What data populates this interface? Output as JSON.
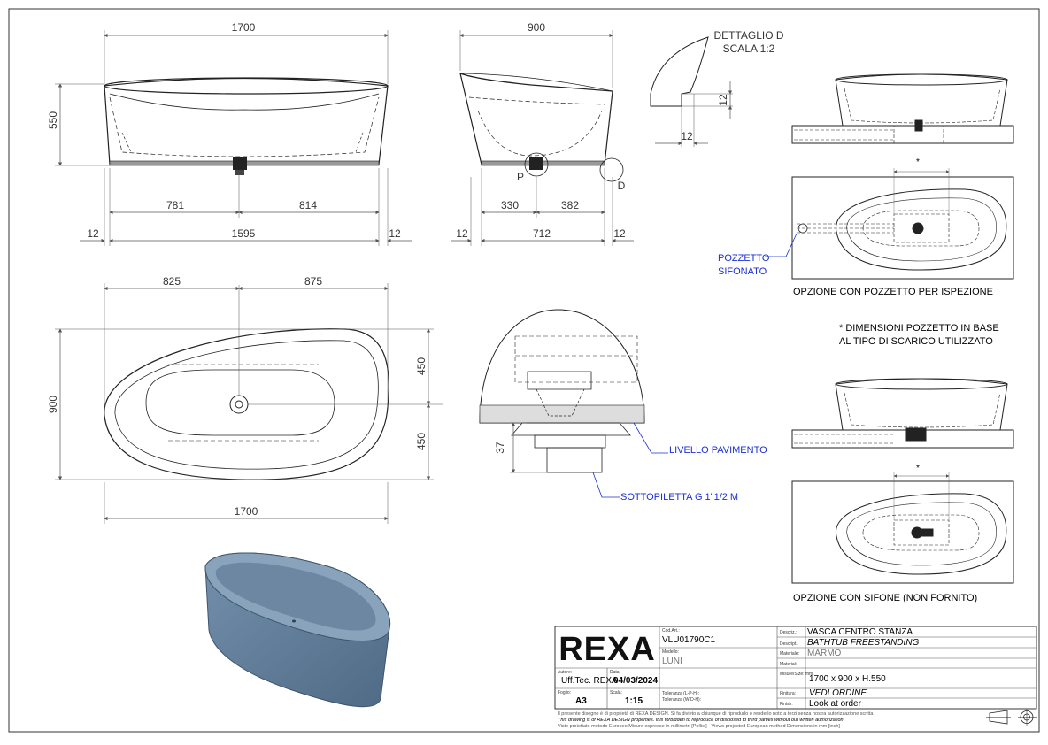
{
  "front_view": {
    "width": "1700",
    "height": "550",
    "left_part": "781",
    "right_part": "814",
    "foot_left": "12",
    "inner_width": "1595",
    "foot_right": "12"
  },
  "side_view": {
    "width": "900",
    "left_part": "330",
    "right_part": "382",
    "foot_left": "12",
    "inner_width": "712",
    "foot_right": "12",
    "label_p": "P",
    "label_d": "D"
  },
  "detail_d": {
    "title": "DETTAGLIO D",
    "scale": "SCALA 1:2",
    "dim_v": "12",
    "dim_h": "12"
  },
  "top_view": {
    "left_part": "825",
    "right_part": "875",
    "height": "900",
    "half_top": "450",
    "half_bottom": "450",
    "width": "1700"
  },
  "drain_detail": {
    "dim": "37",
    "floor_label": "LIVELLO PAVIMENTO",
    "trap_label": "SOTTOPILETTA G 1\"1/2 M"
  },
  "options": {
    "pozzetto_label_line1": "POZZETTO",
    "pozzetto_label_line2": "SIFONATO",
    "star": "*",
    "star2": "*",
    "option1_caption": "OPZIONE CON POZZETTO PER ISPEZIONE",
    "note_line1": "* DIMENSIONI POZZETTO IN BASE",
    "note_line2": "AL TIPO DI SCARICO UTILIZZATO",
    "option2_caption": "OPZIONE CON SIFONE (NON FORNITO)"
  },
  "title_block": {
    "logo": "REXA",
    "cod_art_label": "Cod.Art.:",
    "cod_art": "VLU01790C1",
    "modello_label": "Modello:",
    "modello": "LUNI",
    "descriz_label": "Descriz.:",
    "descriz": "VASCA CENTRO STANZA",
    "descript_label": "Descript.:",
    "descript": "BATHTUB FREESTANDING",
    "materiale_label": "Materiale:",
    "materiale": "MARMO",
    "material_label": "Material:",
    "material": "",
    "autore_label": "Autore:",
    "autore": "Uff.Tec. REXA",
    "data_label": "Data:",
    "data": "04/03/2024",
    "misure_label": "Misure/Size: mm.",
    "misure": "1700 x 900 x H.550",
    "foglio_label": "Foglio:",
    "foglio": "A3",
    "scala_label": "Scala:",
    "scala": "1:15",
    "toll1": "Tolleranza (L-P-H):",
    "toll2": "Tolleranza (W-D-H):",
    "finitura_label": "Finitura:",
    "finitura": "VEDI ORDINE",
    "finish_label": "Finish:",
    "finish": "Look at order",
    "disclaimer1": "Il presente disegno è di proprietà di REXA DESIGN. Si fa divieto a chiunque di riprodurlo o renderlo noto a terzi senza nostra autorizzazione scritta",
    "disclaimer2": "This drawing is of REXA DESIGN properties. It is forbidden to reproduce or disclosed to third parties without our written authorization",
    "disclaimer3": "Viste proiettate metodo Europeo Misure espresse in millimetri [Pollici]  -  Views projected European method Dimensions in mm [inch]"
  },
  "colors": {
    "line": "#222222",
    "dim_line": "#555555",
    "blue_label": "#1a2fd6",
    "tub_body": "#5f7b97",
    "tub_inner": "#7e97b1"
  }
}
